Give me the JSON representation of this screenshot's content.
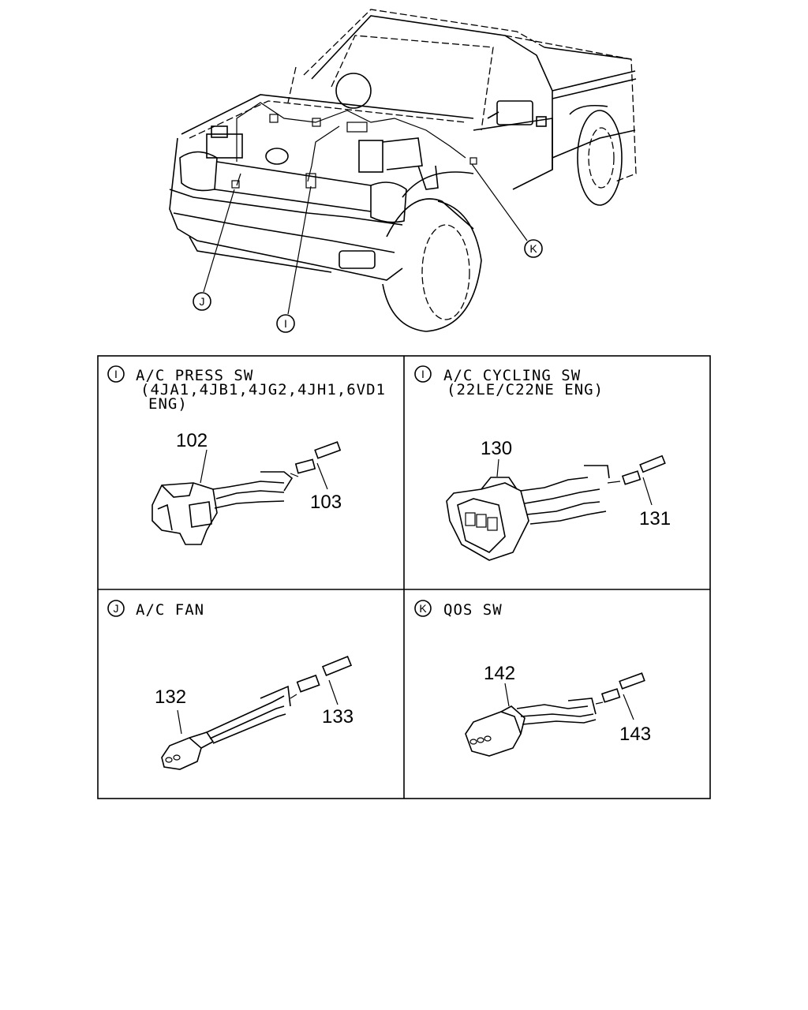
{
  "callouts": {
    "i": "I",
    "j": "J",
    "k": "K"
  },
  "panels": {
    "i_press": {
      "letter": "I",
      "line1": "A/C PRESS SW",
      "line2": "(4JA1,4JB1,4JG2,4JH1,6VD1",
      "line3": "ENG)",
      "part_connector": "102",
      "part_terminal": "103"
    },
    "i_cycling": {
      "letter": "I",
      "line1": "A/C CYCLING SW",
      "line2": "(22LE/C22NE ENG)",
      "part_connector": "130",
      "part_terminal": "131"
    },
    "j_fan": {
      "letter": "J",
      "line1": "A/C FAN",
      "part_connector": "132",
      "part_terminal": "133"
    },
    "k_qos": {
      "letter": "K",
      "line1": "QOS SW",
      "part_connector": "142",
      "part_terminal": "143"
    }
  }
}
